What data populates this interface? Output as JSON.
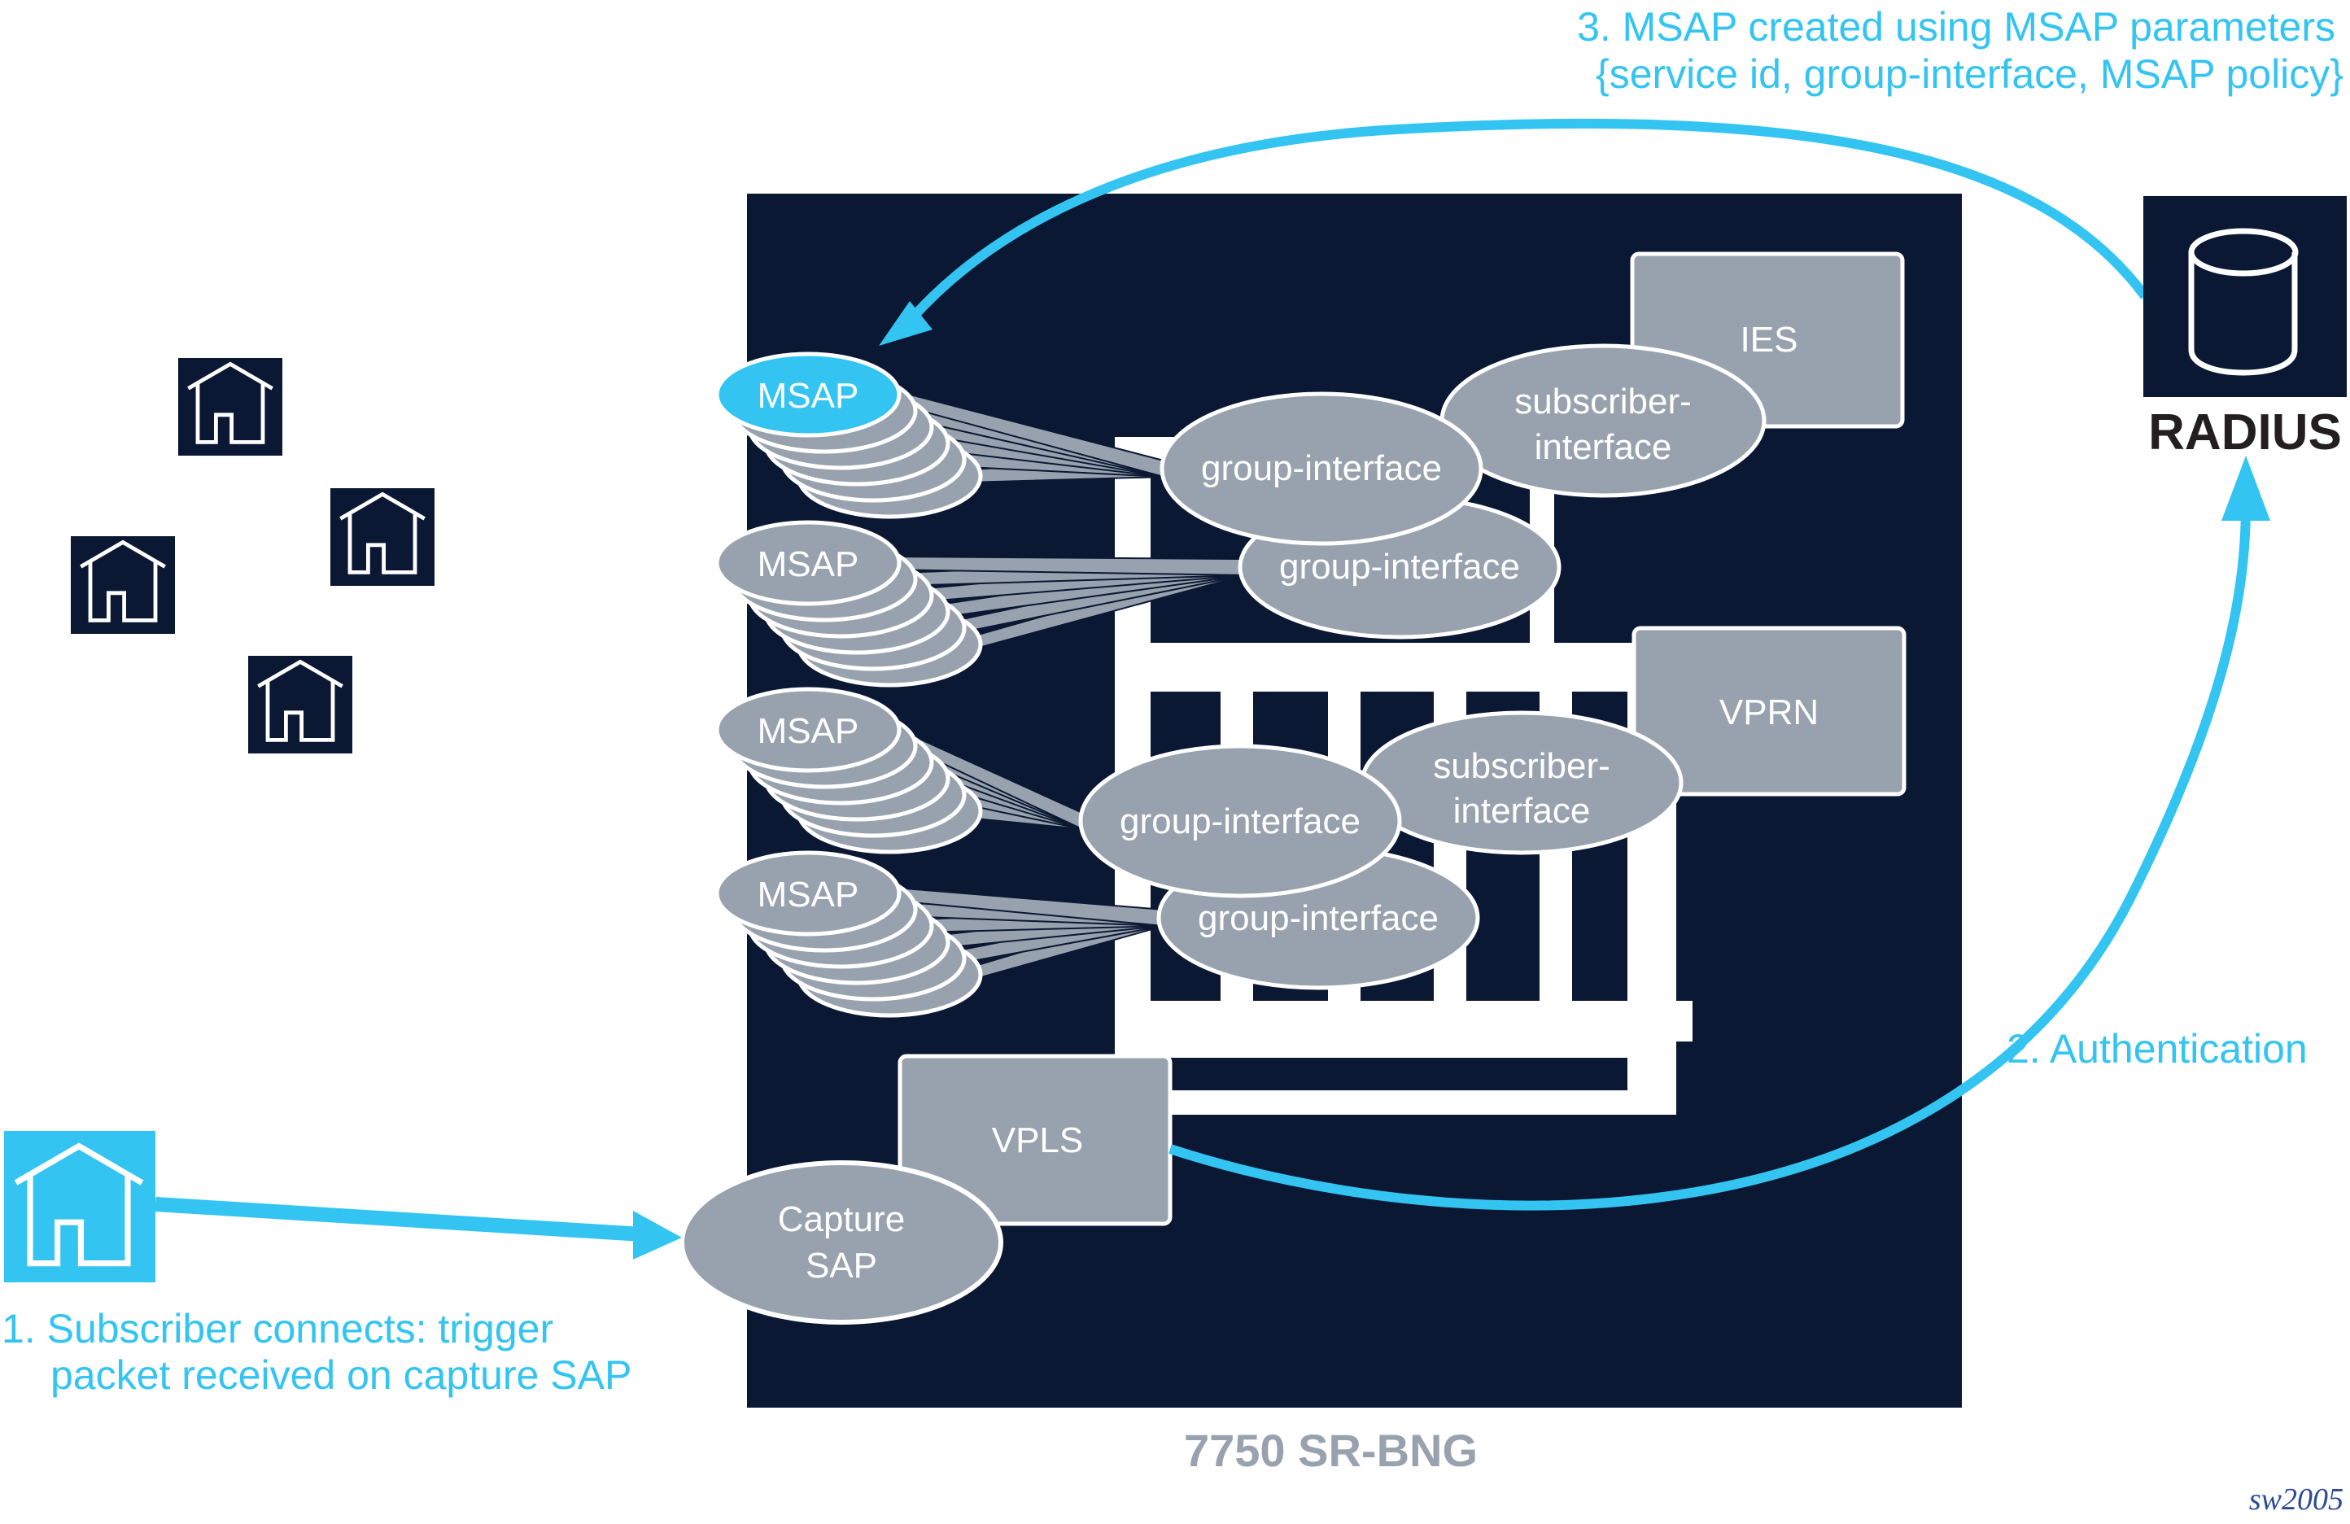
{
  "diagram": {
    "title": "7750 SR-BNG",
    "figure_id": "sw2005",
    "colors": {
      "chassis": "#0b1833",
      "accent": "#33c4f2",
      "node_fill": "#98a2ae",
      "node_stroke": "#ffffff",
      "radius_label": "#231f20"
    },
    "steps": {
      "step1": {
        "line1": "1. Subscriber connects: trigger",
        "line2": "packet received on capture SAP"
      },
      "step2": {
        "line1": "2. Authentication"
      },
      "step3": {
        "line1": "3. MSAP created using MSAP parameters",
        "line2": "{service id, group-interface, MSAP policy}"
      }
    },
    "radius": {
      "label": "RADIUS",
      "icon": "database-cylinder-icon"
    },
    "services": {
      "ies": "IES",
      "vprn": "VPRN",
      "vpls": "VPLS"
    },
    "capture_sap": {
      "line1": "Capture",
      "line2": "SAP"
    },
    "msaps": [
      {
        "label": "MSAP",
        "highlighted": true
      },
      {
        "label": "MSAP",
        "highlighted": false
      },
      {
        "label": "MSAP",
        "highlighted": false
      },
      {
        "label": "MSAP",
        "highlighted": false
      }
    ],
    "group_interfaces": [
      {
        "label": "group-interface"
      },
      {
        "label": "group-interface"
      },
      {
        "label": "group-interface"
      },
      {
        "label": "group-interface"
      }
    ],
    "subscriber_interfaces": [
      {
        "line1": "subscriber-",
        "line2": "interface"
      },
      {
        "line1": "subscriber-",
        "line2": "interface"
      }
    ],
    "subscribers": [
      {
        "icon": "house-icon",
        "active": false
      },
      {
        "icon": "house-icon",
        "active": false
      },
      {
        "icon": "house-icon",
        "active": false
      },
      {
        "icon": "house-icon",
        "active": false
      },
      {
        "icon": "house-icon",
        "active": true
      }
    ]
  }
}
